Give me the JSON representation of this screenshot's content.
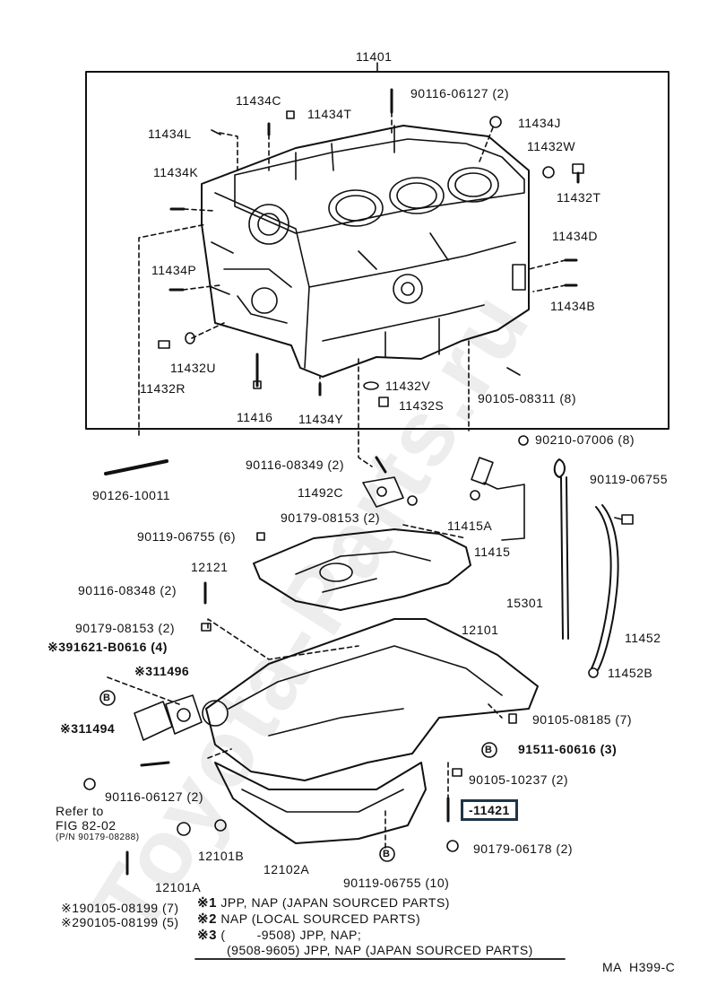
{
  "labels": {
    "l11401": "11401",
    "l90116_06127_top": "90116-06127 (2)",
    "l11434C": "11434C",
    "l11434T": "11434T",
    "l11434J": "11434J",
    "l11434L": "11434L",
    "l11432W": "11432W",
    "l11434K": "11434K",
    "l11432T": "11432T",
    "l11434D": "11434D",
    "l11434P": "11434P",
    "l11434B": "11434B",
    "l11432U": "11432U",
    "l11432R": "11432R",
    "l11416": "11416",
    "l11434Y": "11434Y",
    "l11432V": "11432V",
    "l11432S": "11432S",
    "l90105_08311": "90105-08311 (8)",
    "l90210_07006": "90210-07006 (8)",
    "l90126_10011": "90126-10011",
    "l90116_08349": "90116-08349 (2)",
    "l11492C": "11492C",
    "l90179_08153_a": "90179-08153 (2)",
    "l11415A": "11415A",
    "l11415": "11415",
    "l90119_06755_r": "90119-06755",
    "l90119_06755_6": "90119-06755 (6)",
    "l12121": "12121",
    "l15301": "15301",
    "l90116_08348": "90116-08348 (2)",
    "l90179_08153_b": "90179-08153 (2)",
    "l12101": "12101",
    "l11452": "11452",
    "l91621": "91621-B0616 (4)",
    "l91621_mark": "※3",
    "l11496": "11496",
    "l11496_mark": "※3",
    "l11452B": "11452B",
    "l90105_08185": "90105-08185 (7)",
    "l11494": "11494",
    "l11494_mark": "※3",
    "l91511": "91511-60616 (3)",
    "l90116_06127_bot": "90116-06127 (2)",
    "l90105_10237": "90105-10237 (2)",
    "l11421": "11421",
    "l12101B": "12101B",
    "l12102A": "12102A",
    "l90179_06178": "90179-06178 (2)",
    "l12101A": "12101A",
    "l90119_06755_10": "90119-06755 (10)",
    "l90105_08199_7": "90105-08199 (7)",
    "l90105_08199_5": "90105-08199 (5)",
    "mark1": "※1",
    "mark2": "※2",
    "b_badge": "B"
  },
  "refer": {
    "line1": "Refer to",
    "line2": "FIG 82-02",
    "line3": "(P/N 90179-08288)"
  },
  "footnotes": {
    "n1_mark": "※1",
    "n1_text": "JPP, NAP (JAPAN SOURCED PARTS)",
    "n2_mark": "※2",
    "n2_text": "NAP (LOCAL SOURCED PARTS)",
    "n3_mark": "※3",
    "n3_text": "(        -9508) JPP, NAP;",
    "n3_text2": "(9508-9605) JPP, NAP (JAPAN SOURCED PARTS)"
  },
  "figure_code": "MA  H399-C",
  "watermark": "Toyota-Parts.ru",
  "colors": {
    "ink": "#111111",
    "highlight_border": "#1f3446"
  }
}
